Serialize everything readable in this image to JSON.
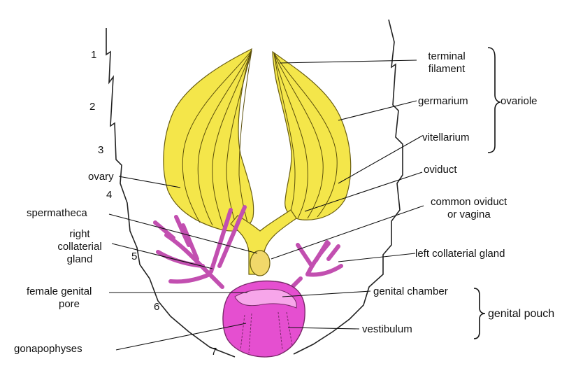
{
  "labels": {
    "terminal_filament_1": "terminal",
    "terminal_filament_2": "filament",
    "germarium": "germarium",
    "vitellarium": "vitellarium",
    "ovariole": "ovariole",
    "oviduct": "oviduct",
    "common_oviduct_1": "common oviduct",
    "common_oviduct_2": "or vagina",
    "left_collaterial_gland": "left collaterial gland",
    "genital_chamber": "genital chamber",
    "genital_pouch": "genital pouch",
    "vestibulum": "vestibulum",
    "ovary": "ovary",
    "spermatheca": "spermatheca",
    "right_collaterial_1": "right",
    "right_collaterial_2": "collaterial",
    "right_collaterial_3": "gland",
    "female_genital_pore_1": "female genital",
    "female_genital_pore_2": "pore",
    "gonapophyses": "gonapophyses"
  },
  "segments": [
    "1",
    "2",
    "3",
    "4",
    "5",
    "6",
    "7"
  ],
  "colors": {
    "ovary_fill": "#f4e64a",
    "ovary_light": "#fbf5a0",
    "tube": "#d9a84a",
    "gland": "#d66fc0",
    "gland_light": "#f0b8e4",
    "pouch": "#e54fd0",
    "pouch_light": "#f7a6ea",
    "spermatheca": "#f1d86a",
    "outline": "#3a3a3a",
    "body_line": "#222222"
  }
}
